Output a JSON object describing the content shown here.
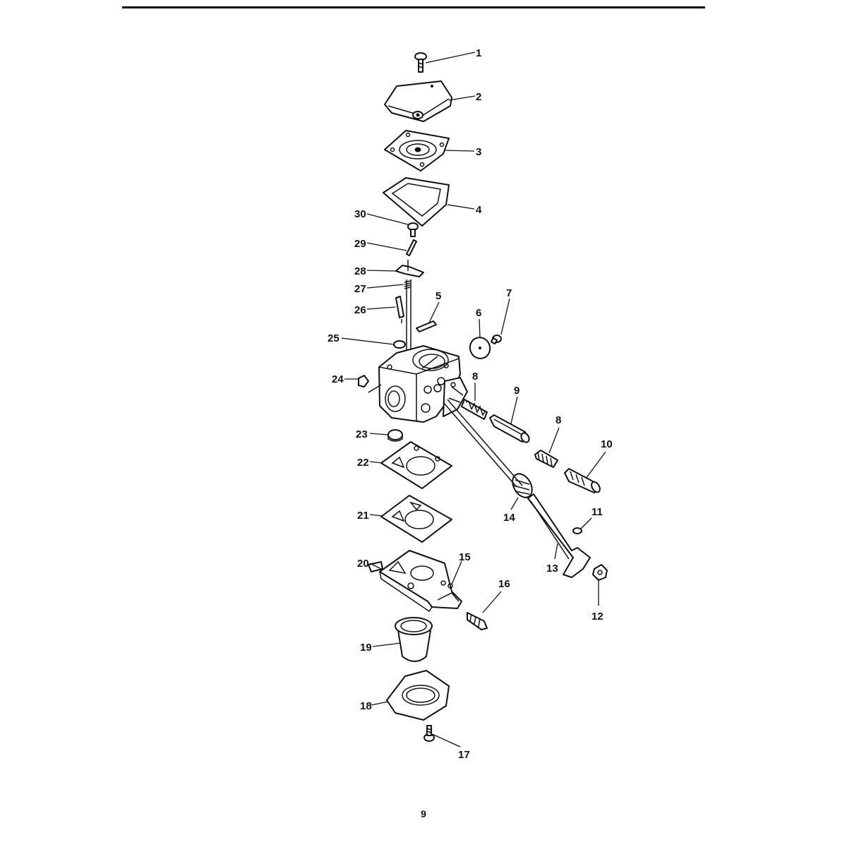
{
  "diagram": {
    "callouts": [
      "1",
      "2",
      "3",
      "4",
      "5",
      "6",
      "7",
      "8",
      "9",
      "8",
      "10",
      "11",
      "12",
      "13",
      "14",
      "15",
      "16",
      "17",
      "18",
      "19",
      "20",
      "21",
      "22",
      "23",
      "24",
      "25",
      "26",
      "27",
      "28",
      "29",
      "30"
    ]
  },
  "page_number": "9"
}
